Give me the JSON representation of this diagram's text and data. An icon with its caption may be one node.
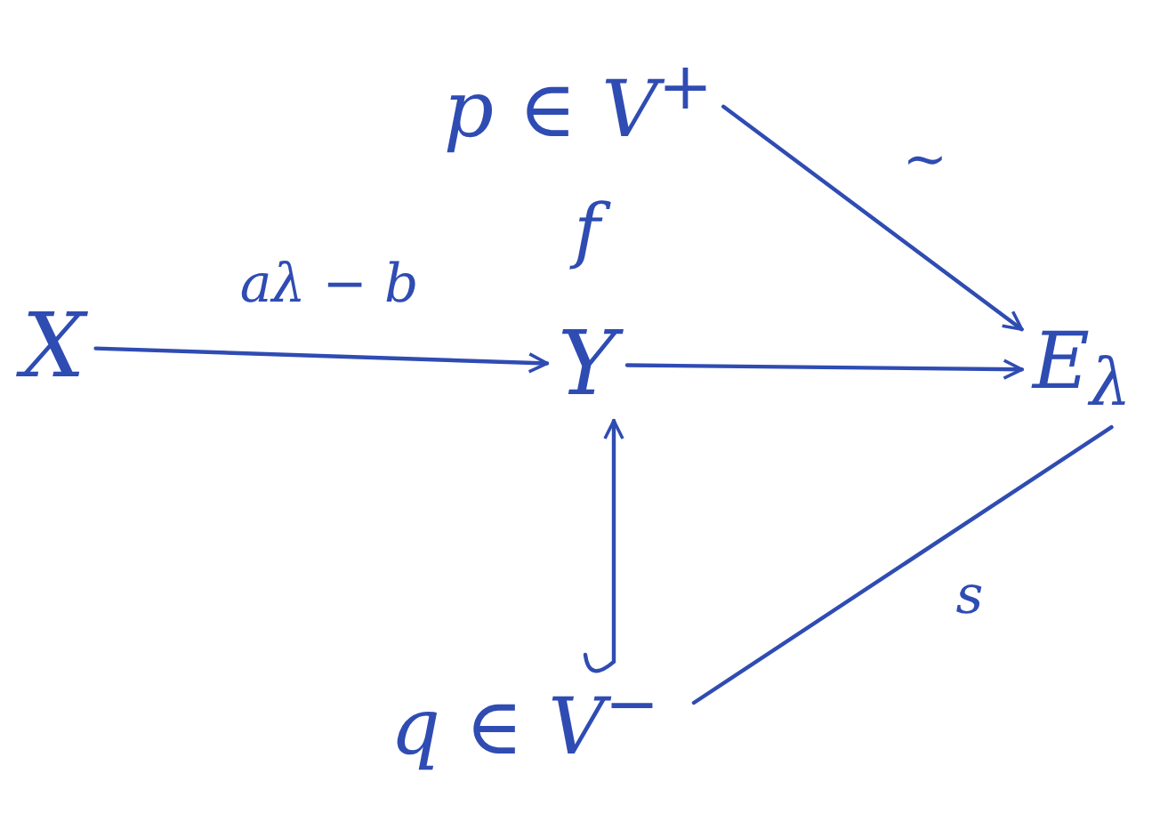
{
  "diagram": {
    "nodes": [
      {
        "text": [
          "p ∈ V$^{+}$"
        ]
      },
      {
        "text": [
          "X"
        ]
      },
      {
        "text": [
          "Y"
        ]
      },
      {
        "text": [
          "E$_{λ}$"
        ]
      },
      {
        "text": [
          "q ∈ V$^{−}$"
        ]
      }
    ],
    "edges": [
      {
        "from": 0,
        "to": 3,
        "arrow": "to",
        "label": "~"
      },
      {
        "from": 1,
        "to": 2,
        "arrow": "to",
        "label": "aλ − b"
      },
      {
        "from": 2,
        "to": 3,
        "arrow": "to"
      },
      {
        "from": 4,
        "to": 2,
        "arrow": "to"
      },
      {
        "from": 4,
        "to": 3,
        "arrow": "none",
        "label": "s"
      }
    ],
    "labels": [
      "f"
    ]
  }
}
